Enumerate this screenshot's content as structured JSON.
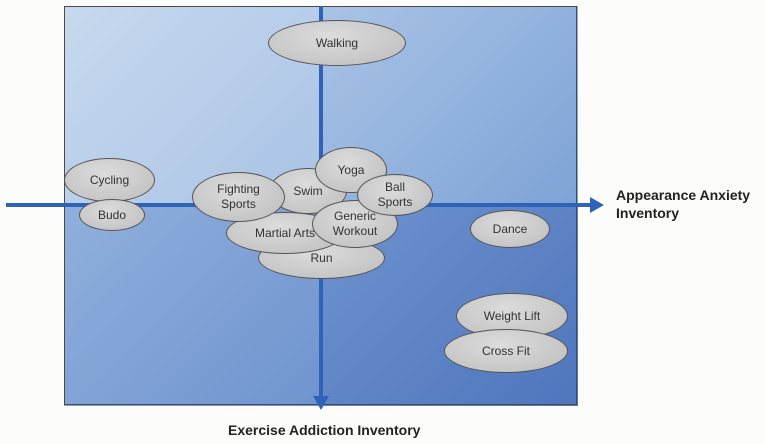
{
  "x_axis_label": "Appearance Anxiety\nInventory",
  "y_axis_label": "Exercise Addiction Inventory",
  "activities": {
    "walking": "Walking",
    "cycling": "Cycling",
    "budo": "Budo",
    "yoga": "Yoga",
    "ball_sports": "Ball\nSports",
    "swim": "Swim",
    "fighting_sports": "Fighting\nSports",
    "generic_workout": "Generic\nWorkout",
    "martial_arts": "Martial Arts",
    "run": "Run",
    "dance": "Dance",
    "weight_lift": "Weight Lift",
    "cross_fit": "Cross Fit"
  },
  "colors": {
    "axis": "#2e63b8",
    "bubble_fill": "#c9c9c9",
    "bubble_border": "#555555"
  }
}
